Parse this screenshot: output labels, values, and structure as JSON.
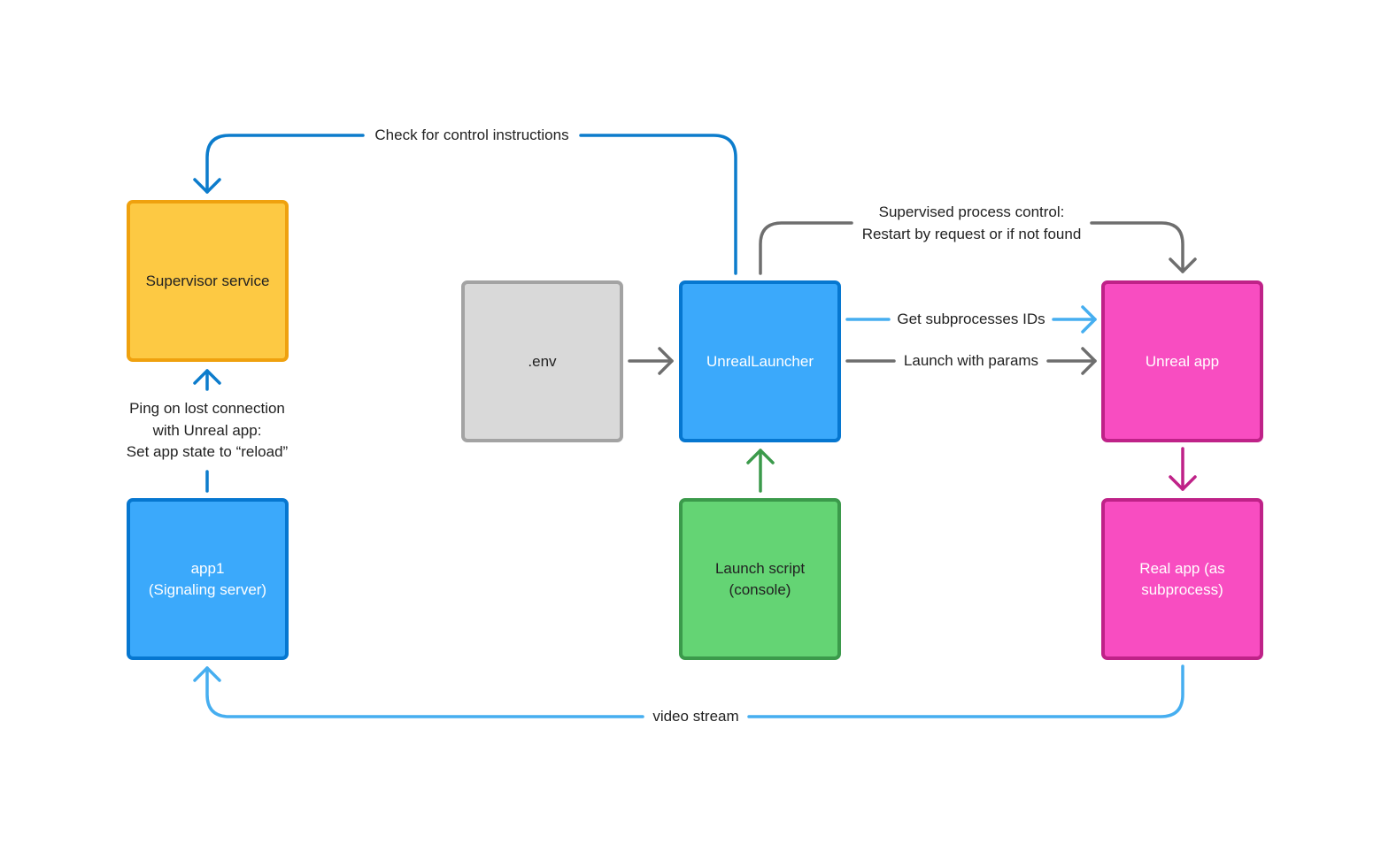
{
  "colors": {
    "supervisor_fill": "#FDC943",
    "supervisor_border": "#EFA10E",
    "blue_fill": "#3BA9FB",
    "blue_border": "#0677D0",
    "env_fill": "#D9D9D9",
    "env_border": "#A3A3A3",
    "green_fill": "#64D474",
    "green_border": "#3B9A4B",
    "pink_fill": "#F84DC1",
    "pink_border": "#BF2288",
    "arrow_dark_blue": "#0C7CCC",
    "arrow_light_blue": "#46AEF0",
    "arrow_gray": "#6E6E6E",
    "arrow_green": "#3B9A4B",
    "arrow_pink": "#BF2288"
  },
  "nodes": {
    "supervisor": "Supervisor service",
    "app1": "app1\n(Signaling server)",
    "env": ".env",
    "launcher": "UnrealLauncher",
    "launch_script": "Launch script\n(console)",
    "unreal_app": "Unreal app",
    "real_app": "Real app (as\nsubprocess)"
  },
  "edges": {
    "check_control": "Check for control instructions",
    "supervised_control": "Supervised process control:\nRestart by request or if not found",
    "get_ids": "Get subprocesses IDs",
    "launch_params": "Launch with params",
    "ping": "Ping on lost connection\nwith Unreal app:\nSet app state to “reload”",
    "video_stream": "video stream"
  }
}
